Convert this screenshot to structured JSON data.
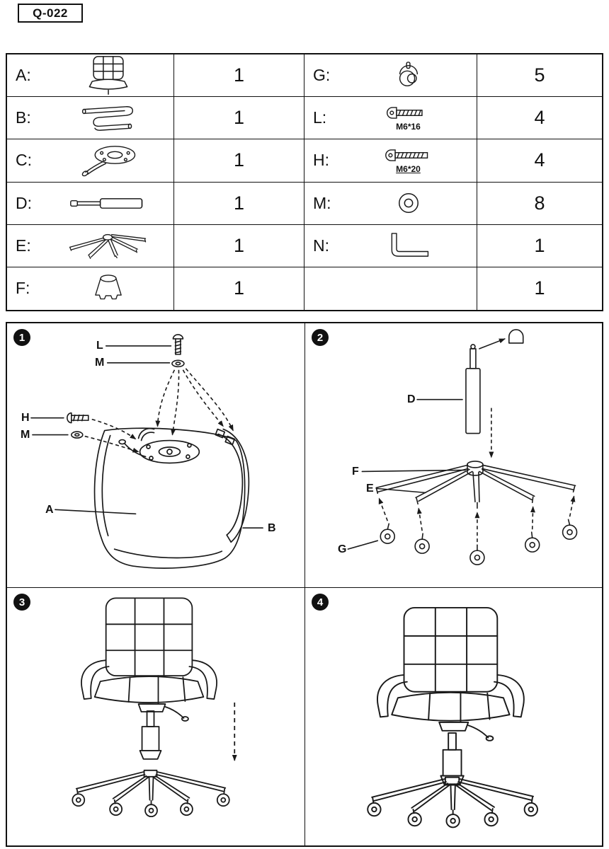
{
  "page": {
    "model_label": "Q-022"
  },
  "parts_table": {
    "rows": [
      {
        "l_letter": "A:",
        "l_qty": "1",
        "r_letter": "G:",
        "r_qty": "5"
      },
      {
        "l_letter": "B:",
        "l_qty": "1",
        "r_letter": "L:",
        "r_label": "M6*16",
        "r_qty": "4"
      },
      {
        "l_letter": "C:",
        "l_qty": "1",
        "r_letter": "H:",
        "r_label": "M6*20",
        "r_qty": "4"
      },
      {
        "l_letter": "D:",
        "l_qty": "1",
        "r_letter": "M:",
        "r_qty": "8"
      },
      {
        "l_letter": "E:",
        "l_qty": "1",
        "r_letter": "N:",
        "r_qty": "1"
      },
      {
        "l_letter": "F:",
        "l_qty": "1",
        "r_letter": "",
        "r_qty": "1"
      }
    ]
  },
  "steps": {
    "step1": {
      "number": "1",
      "label_l": "L",
      "label_m_top": "M",
      "label_h": "H",
      "label_m_left": "M",
      "label_a": "A",
      "label_b": "B"
    },
    "step2": {
      "number": "2",
      "label_d": "D",
      "label_f": "F",
      "label_e": "E",
      "label_g": "G"
    },
    "step3": {
      "number": "3"
    },
    "step4": {
      "number": "4"
    }
  }
}
